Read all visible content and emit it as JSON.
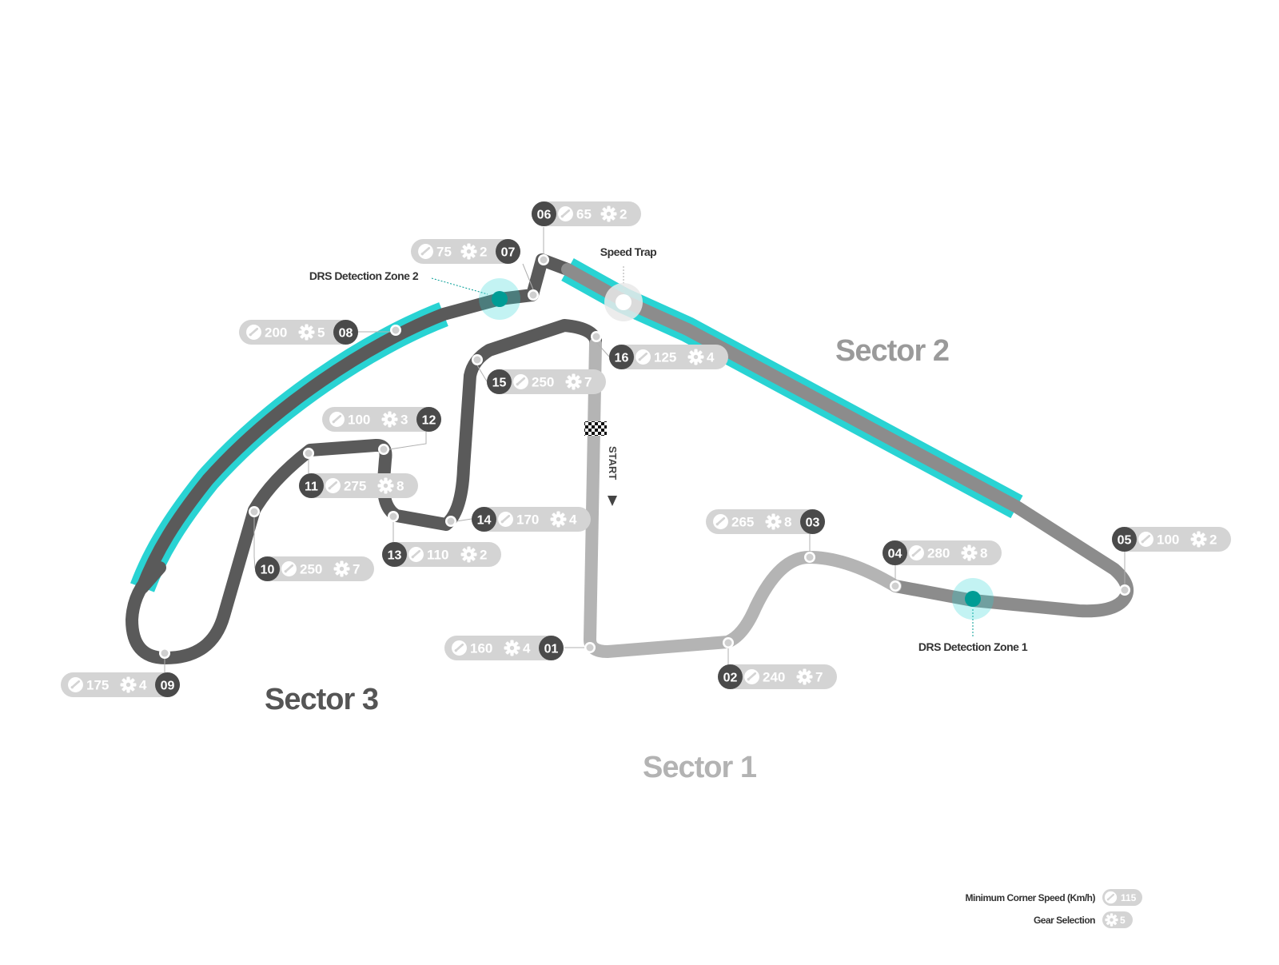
{
  "sectors": {
    "s1": {
      "label": "Sector 1",
      "color": "#b3b3b3"
    },
    "s2": {
      "label": "Sector 2",
      "color": "#9a9a9a"
    },
    "s3": {
      "label": "Sector 3",
      "color": "#555555"
    }
  },
  "colors": {
    "accent": "#29d3d3",
    "drs_marker": "#009c95",
    "pill_bg": "#d4d4d4",
    "pill_text": "#ffffff",
    "num_badge": "#4a4a4a"
  },
  "annotations": {
    "speed_trap": "Speed Trap",
    "drs_zone_1": "DRS Detection Zone 1",
    "drs_zone_2": "DRS Detection Zone 2",
    "start": "START"
  },
  "corners": [
    {
      "id": "06",
      "speed": "65",
      "gear": "2",
      "icon": "speedometer-icon"
    },
    {
      "id": "07",
      "speed": "75",
      "gear": "2",
      "icon": "speedometer-icon"
    },
    {
      "id": "08",
      "speed": "200",
      "gear": "5",
      "icon": "speedometer-icon"
    },
    {
      "id": "16",
      "speed": "125",
      "gear": "4",
      "icon": "speedometer-icon"
    },
    {
      "id": "15",
      "speed": "250",
      "gear": "7",
      "icon": "speedometer-icon"
    },
    {
      "id": "12",
      "speed": "100",
      "gear": "3",
      "icon": "speedometer-icon"
    },
    {
      "id": "11",
      "speed": "275",
      "gear": "8",
      "icon": "speedometer-icon"
    },
    {
      "id": "14",
      "speed": "170",
      "gear": "4",
      "icon": "speedometer-icon"
    },
    {
      "id": "13",
      "speed": "110",
      "gear": "2",
      "icon": "speedometer-icon"
    },
    {
      "id": "10",
      "speed": "250",
      "gear": "7",
      "icon": "speedometer-icon"
    },
    {
      "id": "09",
      "speed": "175",
      "gear": "4",
      "icon": "speedometer-icon"
    },
    {
      "id": "01",
      "speed": "160",
      "gear": "4",
      "icon": "speedometer-icon"
    },
    {
      "id": "02",
      "speed": "240",
      "gear": "7",
      "icon": "speedometer-icon"
    },
    {
      "id": "03",
      "speed": "265",
      "gear": "8",
      "icon": "speedometer-icon"
    },
    {
      "id": "04",
      "speed": "280",
      "gear": "8",
      "icon": "speedometer-icon"
    },
    {
      "id": "05",
      "speed": "100",
      "gear": "2",
      "icon": "speedometer-icon"
    }
  ],
  "legend": {
    "speed_label": "Minimum Corner Speed (Km/h)",
    "speed_sample": "115",
    "gear_label": "Gear Selection",
    "gear_sample": "5"
  }
}
